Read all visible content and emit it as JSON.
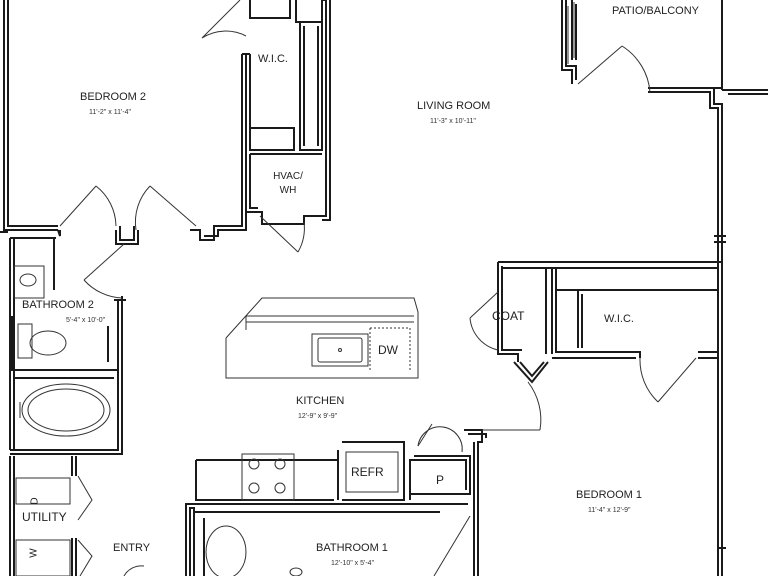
{
  "rooms": {
    "patio": {
      "label": "PATIO/BALCONY"
    },
    "bedroom2": {
      "label": "BEDROOM 2",
      "dims": "11'-2\" x 11'-4\""
    },
    "wic_top": {
      "label": "W.I.C."
    },
    "living": {
      "label": "LIVING ROOM",
      "dims": "11'-3\" x 10'-11\""
    },
    "hvac": {
      "label_line1": "HVAC/",
      "label_line2": "WH"
    },
    "bathroom2": {
      "label": "BATHROOM 2",
      "dims": "5'-4\" x 10'-0\""
    },
    "coat": {
      "label": "COAT"
    },
    "wic_right": {
      "label": "W.I.C."
    },
    "dw": {
      "label": "DW"
    },
    "kitchen": {
      "label": "KITCHEN",
      "dims": "12'-9\" x 9'-9\""
    },
    "refr": {
      "label": "REFR"
    },
    "pantry": {
      "label": "P"
    },
    "bedroom1": {
      "label": "BEDROOM 1",
      "dims": "11'-4\" x 12'-9\""
    },
    "utility": {
      "label": "UTILITY"
    },
    "dryer": {
      "label": "D"
    },
    "washer": {
      "label": "W"
    },
    "entry": {
      "label": "ENTRY"
    },
    "bathroom1": {
      "label": "BATHROOM 1",
      "dims": "12'-10\" x 5'-4\""
    }
  },
  "colors": {
    "wall": "#1a1a1a",
    "line": "#333333",
    "background": "#ffffff"
  }
}
